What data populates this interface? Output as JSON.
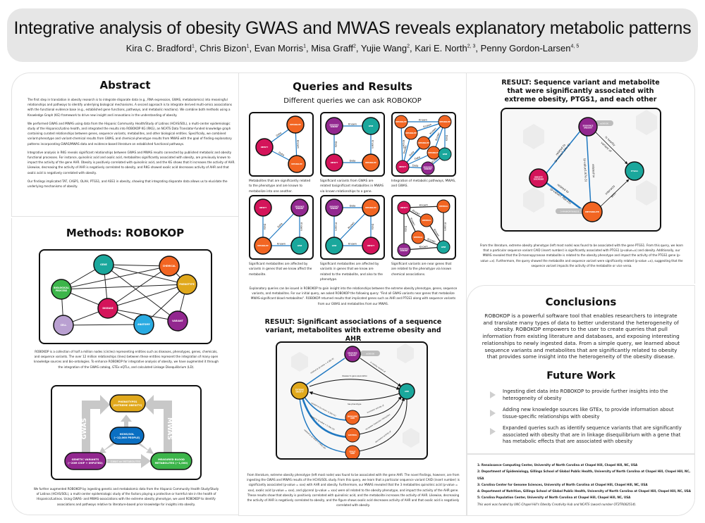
{
  "header": {
    "title": "Integrative analysis of obesity GWAS and MWAS reveals explanatory metabolic patterns",
    "authors": [
      {
        "name": "Kira C. Bradford",
        "aff": "1"
      },
      {
        "name": "Chris Bizon",
        "aff": "1"
      },
      {
        "name": "Evan Morris",
        "aff": "1"
      },
      {
        "name": "Misa Graff",
        "aff": "2"
      },
      {
        "name": "Yujie Wang",
        "aff": "2"
      },
      {
        "name": "Kari E. North",
        "aff": "2, 3"
      },
      {
        "name": "Penny Gordon-Larsen",
        "aff": "4, 5"
      }
    ]
  },
  "abstract": {
    "heading": "Abstract",
    "paragraphs": [
      "The first step in translation in obesity research is to integrate disparate data (e.g., RNA expression, GWAS, metabolomics) into meaningful relationships and pathways to identify underlying biological mechanisms. A second approach is to integrate derived multi-omics associations with the functional evidence base (e.g., established gene functions, pathways, and metabolic reactions). We combine both methods using a Knowledge Graph (KG) framework to drive new insight and innovations in the understanding of obesity.",
      "We performed GWAS and MWAS using data from the Hispanic Community Health/Study of Latinos (HCHS/SOL), a multi-center epidemiologic study of the Hispanics/Latino health, and integrated the results into ROBOKOP KG (RKG), an NCATS Data Translator-funded knowledge graph containing curated relationships between genes, sequence variants, metabolites, and other biological entities. Specifically, we combined variant-phenotype and variant-chemical results from GWAS, and chemical-phenotype results from MWAS with the goal of finding explanatory patterns incorporating GWAS/MWAS data and evidence-based literature on established functional pathways.",
      "Integrative analysis in RKG reveals significant relationships between GWAS and MWAS results connected by published metabolic and obesity functional processes. For instance, quinolinic acid and oxalic acid, metabolites significantly associated with obesity, are previously known to impact the activity of the gene AHR. Obesity is positively correlated with quinolinic acid, and the KG shows that it increases the activity of AHR. Likewise, decreasing the activity of AHR is negatively correlated to obesity, and RKG showed oxalic acid decreases activity of AHR and that oxalic acid is negatively correlated with obesity.",
      "Our findings implicated TAT, CASP1, OLAH, PTGS1, and ASS1 in obesity, showing that integrating disparate data allows us to elucidate the underlying mechanisms of obesity."
    ]
  },
  "methods": {
    "heading": "Methods: ROBOKOP",
    "graph_nodes": [
      {
        "label": "GENE",
        "color": "#1aa79c"
      },
      {
        "label": "CHEMICAL",
        "color": "#f26522"
      },
      {
        "label": "BIOLOGICAL PROCESS",
        "color": "#3cb54a"
      },
      {
        "label": "PHENOTYPE",
        "color": "#e0a81c"
      },
      {
        "label": "DISEASE",
        "color": "#d4145a"
      },
      {
        "label": "VARIANT",
        "color": "#92278f"
      },
      {
        "label": "CELL",
        "color": "#b9a0d1"
      },
      {
        "label": "ANATOMY",
        "color": "#29abe2"
      }
    ],
    "caption1": "ROBOKOP is a collection of half a million nodes (circles) representing entities such as diseases, phenotypes, genes, chemicals, and sequence variants. The over 12 million relationships (lines) between these entities represent the integration of many open knowledge sources and bio-ontologies. To enhance ROBOKOP for integrative analysis of obesity, we have augmented it through the integration of the GWAS catalog, GTEx eQTLs, and calculated Linkage Disequilibrium (LD).",
    "flow": {
      "phenotypes": [
        "PHENOTYPES",
        "(EXTREME OBESITY)"
      ],
      "hchs": [
        "HCHS/SOL",
        "(~12,000 PEOPLE)"
      ],
      "variants": [
        "GENETIC VARIANTS",
        "(~20M CHIP + IMPUTED)"
      ],
      "metabolites": [
        "MEASURED BLOOD",
        "METABOLITES (~1,000)"
      ],
      "gwas": "GWAS",
      "mwas": "MWAS",
      "gwas_metab": "GWAS on METABOLITES"
    },
    "caption2": "We further augmented ROBOKOP by ingesting genetic and metabolomic data from the Hispanic Community Health Study/Study of Latinos (HCHS/SOL), a multi-center epidemiologic study of the factors playing a protective or harmful role in the health of Hispanics/Latinos. Using GWAS- and MWAS-associations with the extreme obesity phenotype, we used ROBOKOP to identify associations and pathways relative to literature-based prior knowledge for insights into obesity."
  },
  "queries": {
    "heading": "Queries and Results",
    "subheading": "Different queries we can ask ROBOKOP",
    "items": [
      {
        "caption": "Metabolites that are significantly related to the phenotype and are known to metabolize into one another."
      },
      {
        "caption": "Significant variants from GWAS are related tosignificant metabolites in MWAS via known relationships to a gene."
      },
      {
        "caption": "Integration of metabolic pathways, MWAS, and GWAS."
      },
      {
        "caption": "Significant metabolites are affected by variants in genes that we know affect the metabolite."
      },
      {
        "caption": "Significant metabolites are affected by variants in genes that we know are related to the metabolite, and also to the phenotype."
      },
      {
        "caption": "Significant variants are near genes that are related to the phenotype via known chemical associations."
      }
    ],
    "labels": {
      "obesity": "OBESITY",
      "metabolite": "METABOLITE",
      "seqvar": "SEQUENCE VARIANT",
      "gene": "GENE",
      "chemical": "CHEMICAL",
      "data": "Data",
      "known": "Known"
    },
    "explanation": "Explanatory queries can be issued in ROBOKOP to gain insight into the relationships between the extreme obesity phenotype, genes, sequence variants, and metabolites. For our initial query, we asked ROBOKOP the following query: \"Find all GWAS variants near genes that metabolize MWAS-significant blood metabolites\". ROBOKOP returned results that implicated genes such as AHR and PTGS1 along with sequence variants from our GWAS and metabolites from our MWAS.",
    "result1": {
      "title": "RESULT: Significant associations of a sequence variant, metabolites with extreme obesity and AHR",
      "nodes": {
        "seqvar": "SEQUENCE VARIANT",
        "seqvar_tag": "rs000000",
        "obesity": "EXTREME OBESITY",
        "ahr": "AHR",
        "quinolinic": "QUINOLINIC ACID",
        "glycerol": "GLYCEROL",
        "oxalic": "OXALIC ACID"
      },
      "edges": {
        "sv_ob": "related to (p-value = 4.58e-6)",
        "sv_ahr": "is nearby variant of",
        "ob_ahr": "disease to gene association",
        "ahr_ob": "has phenotype",
        "ob_quin": "related to (p-value= 6.32e-11)",
        "ob_gly": "related to (p-value = 2.36e-23)",
        "ob_ox": "related to (p-value = 1.62e-10)",
        "quin_ahr": "increases activity of",
        "gly_ahr": "increases molecular interaction",
        "ox_ahr": "decreases activity of"
      },
      "caption": "From literature, extreme obesity phenotype (left most node) was found to be associated with the gene AHR. The novel findings, however, are from ingesting the GWAS and MWAS results of the HCHS/SOL study. From this query, we learn that a particular sequence variant CAID (insert number) is significantly associated (p-value = xxx) with AHR and obesity. Furthermore, our MWAS revealed that the 3 metabolites quinolinic acid (p-value = xxx), oxalic acid (p-value = xxx), and glycerol (p-value = xxx) were all related to the obesity phenotype, and impact the activity of the AHR gene. These results show that obesity is positively correlated with quinolinic acid, and the metabolite increases the activity of AHR. Likewise, decreasing the activity of AHR is negatively correlated to obesity, and the figure shows oxalic acid decreases activity of AHR and that oxalic acid is negatively correlated with obesity."
    }
  },
  "result2": {
    "title": "RESULT: Sequence variant and metabolite that were significantly associated with extreme obesity, PTGS1, and each other",
    "nodes": {
      "seqvar": "SEQUENCE VARIANT",
      "seqvar_tag": "rs000000",
      "obesity": "OBESITY DISORDER",
      "ptgs1": "PTGS1",
      "metabolite": "METABOLITE",
      "metabolite_tag": "D-MANNOPYRANOSE"
    },
    "edges": {
      "sv_ob": [
        "related to",
        "(p-value7.34e-6)"
      ],
      "sv_met": [
        "related to",
        "(p-value1.87e-3)"
      ],
      "ob_met": [
        "related to",
        "(p-value7.76e-25)"
      ],
      "sv_ptgs": [
        "is nearby",
        "variant of"
      ],
      "met_ptgs": [
        "interacts",
        "with"
      ]
    },
    "caption": "From the literature, extreme obesity phenotype (left most node) was found to be associated with the gene PTGS1. From this query, we learn that a particular sequence variant CAID (insert number) is significantly associated with PTGS1 (p-value=x) and obesity. Additionally, our MWAS revealed that the D-mannopyranose metabolite is related to the obesity phenotype and impact the activity of the PTGS1 gene (p-value =x). Furthermore, the query showed the metabolite and sequence variant were significantly related (p-value =x), suggesting that the sequence variant impacts the activity of the metabolite or vice versa."
  },
  "conclusions": {
    "heading": "Conclusions",
    "text": "ROBOKOP is a powerful software tool that enables researchers to integrate and translate many types of data to better understand the heterogeneity of obesity. ROBOKOP empowers to the user to create queries that pull information from existing literature and databases, and exposing interesting relationships to newly ingested data. From a simple query, we learned about sequence variants and metabolites that are significantly related to obesity that provides some insight into the heterogeneity of the obesity disease."
  },
  "future_work": {
    "heading": "Future Work",
    "items": [
      "Ingesting diet data into ROBOKOP to provide further insights into the heterogeneity of obesity",
      "Adding new knowledge sources like GTEx, to provide information about tissue-specific relationships with obesity",
      "Expanded queries such as identify sequence variants that are significantly associated with obesity that are in linkage disequilibrium with a gene that has metabolic effects that are associated with obesity"
    ]
  },
  "affiliations": {
    "items": [
      "1: Renaissance Computing Center, University of North Carolina at Chapel Hill, Chapel Hill, NC, USA",
      "2: Department of Epidemiology, Gillings School of Global Public Health, University of North Carolina at Chapel Hill, Chapel Hill, NC, USA",
      "3: Carolina Center for Genome Sciences, University of North Carolina at Chapel Hill, Chapel Hill, NC, USA",
      "4: Department of Nutrition, Gillings School of Global Public Health, University of North Carolina at Chapel Hill, Chapel Hill, NC, USA",
      "5: Carolina Population Center, University of North Carolina at Chapel Hill, Chapel Hill, NC, USA"
    ],
    "funding": "This work was funded by UNC-Chapel Hill's Obesity Creativity Hub and NCATS (award number OT2TR002514)."
  },
  "colors": {
    "obesity": "#d4145a",
    "metabolite": "#f26522",
    "seqvar": "#92278f",
    "gene": "#1aa79c",
    "phenotype": "#e0a81c",
    "edge_blue": "#1f78c1",
    "hchs": "#0a6fc2",
    "bio": "#3cb54a"
  }
}
